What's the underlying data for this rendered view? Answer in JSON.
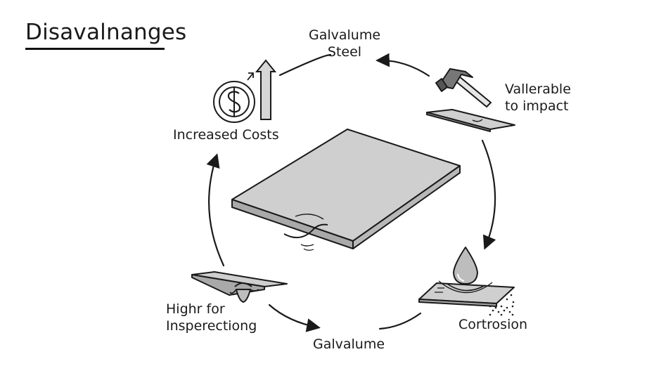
{
  "heading": "Disavalnanges",
  "labels": {
    "top": [
      "Galvalume",
      "Steel"
    ],
    "impact": [
      "Vallerable",
      "to impact"
    ],
    "corrosion": "Cortrosion",
    "bottom": "Galvalume",
    "inspection": [
      "Highr for",
      "Insperectiong"
    ],
    "costs": "Increased Costs"
  },
  "icons": {
    "center": "metal-sheet-icon",
    "impact": "hammer-icon",
    "corrosion": "water-drop-icon",
    "inspection": "dented-sheet-icon",
    "costs": "dollar-coin-arrow-icon"
  },
  "colors": {
    "stroke": "#1a1a1a",
    "sheet_top": "#cfcfcf",
    "sheet_side": "#a9a9a9",
    "background": "#ffffff"
  }
}
